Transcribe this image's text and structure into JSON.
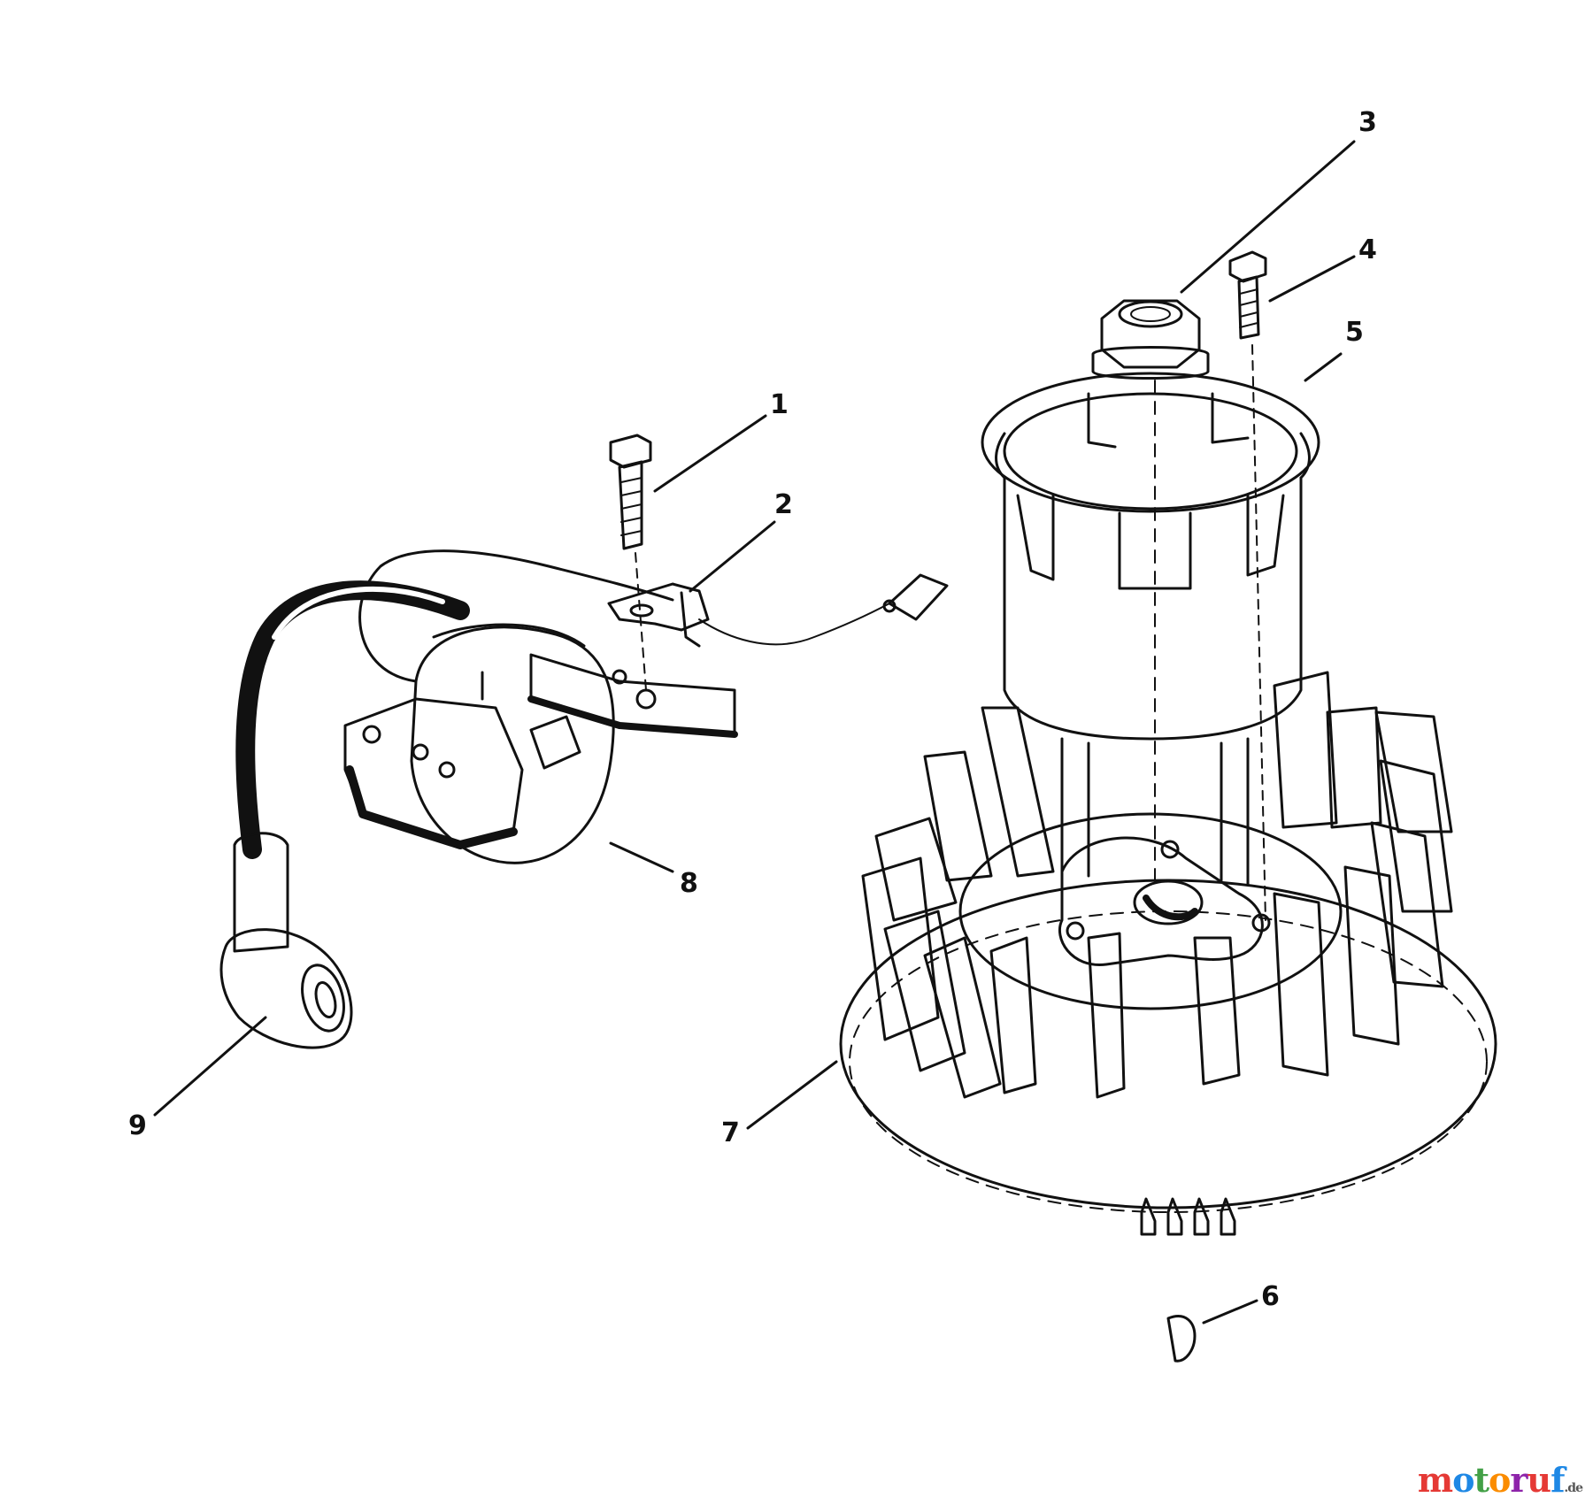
{
  "callouts": [
    {
      "id": "1",
      "text": "1"
    },
    {
      "id": "2",
      "text": "2"
    },
    {
      "id": "3",
      "text": "3"
    },
    {
      "id": "4",
      "text": "4"
    },
    {
      "id": "5",
      "text": "5"
    },
    {
      "id": "6",
      "text": "6"
    },
    {
      "id": "7",
      "text": "7"
    },
    {
      "id": "8",
      "text": "8"
    },
    {
      "id": "9",
      "text": "9"
    }
  ],
  "watermark": {
    "letters": [
      "m",
      "o",
      "t",
      "o",
      "r",
      "u",
      "f"
    ],
    "colors": [
      "#e53935",
      "#1e88e5",
      "#43a047",
      "#fb8c00",
      "#8e24aa",
      "#e53935",
      "#1e88e5"
    ],
    "suffix": ".de"
  },
  "colors": {
    "ink": "#111111",
    "background": "#ffffff"
  }
}
